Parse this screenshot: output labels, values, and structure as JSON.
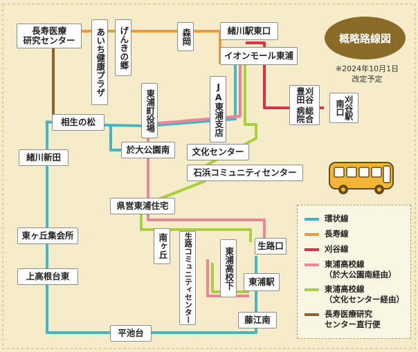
{
  "title": "概略路線図",
  "revision_note": "※2024年10月1日\n改定予定",
  "colors": {
    "background": "#f6ecc9",
    "kanjo": "#45b5c2",
    "chouju": "#ef9a3e",
    "kariya": "#d9314b",
    "higashiura_koko_odai": "#e8869a",
    "higashiura_koko_bunka": "#a8cf3d",
    "chouju_direct": "#8c6431",
    "badge": "#8a6a27"
  },
  "stations": {
    "chouju_iryo": "長寿医療\n研究センター",
    "aichi_kenko": "あいち健康プラザ",
    "genki_no_sato": "げんきの郷",
    "morioka": "森岡",
    "ogawa_higashi": "緒川駅東口",
    "aeon_mall": "イオンモール東浦",
    "ja_higashiura": "JA東浦支店",
    "higashiura_yakuba": "東浦町役場",
    "aioi_no_matsu": "相生の松",
    "odai_koen_minami": "於大公園南",
    "bunka_center": "文化センター",
    "ishihama_community": "石浜コミュニティセンター",
    "kariya_sogo": "総合病院",
    "kariya_toyota": "刈谷豊田",
    "kariya_minami": "刈谷駅\n南口",
    "ogawa_shinden": "緒川新田",
    "kenei_jutaku": "県営東浦住宅",
    "minamigaoka": "南ヶ丘",
    "ojiro_community": "生路コミュニティセンター",
    "ojiroguchi": "生路口",
    "higashiura_koko_shita": "東浦高校下",
    "higashiura_eki": "東浦駅",
    "fujie_minami": "藤江南",
    "higashigaoka": "東ヶ丘集会所",
    "kamitakane": "上高根台東",
    "hiraikedai": "平池台"
  },
  "legend": {
    "items": [
      {
        "label": "環状線",
        "color_key": "kanjo"
      },
      {
        "label": "長寿線",
        "color_key": "chouju"
      },
      {
        "label": "刈谷線",
        "color_key": "kariya"
      },
      {
        "label": "東浦高校線\n（於大公園南経由）",
        "color_key": "higashiura_koko_odai"
      },
      {
        "label": "東浦高校線\n（文化センター経由）",
        "color_key": "higashiura_koko_bunka"
      },
      {
        "label": "長寿医療研究\nセンター直行便",
        "color_key": "chouju_direct"
      }
    ]
  }
}
